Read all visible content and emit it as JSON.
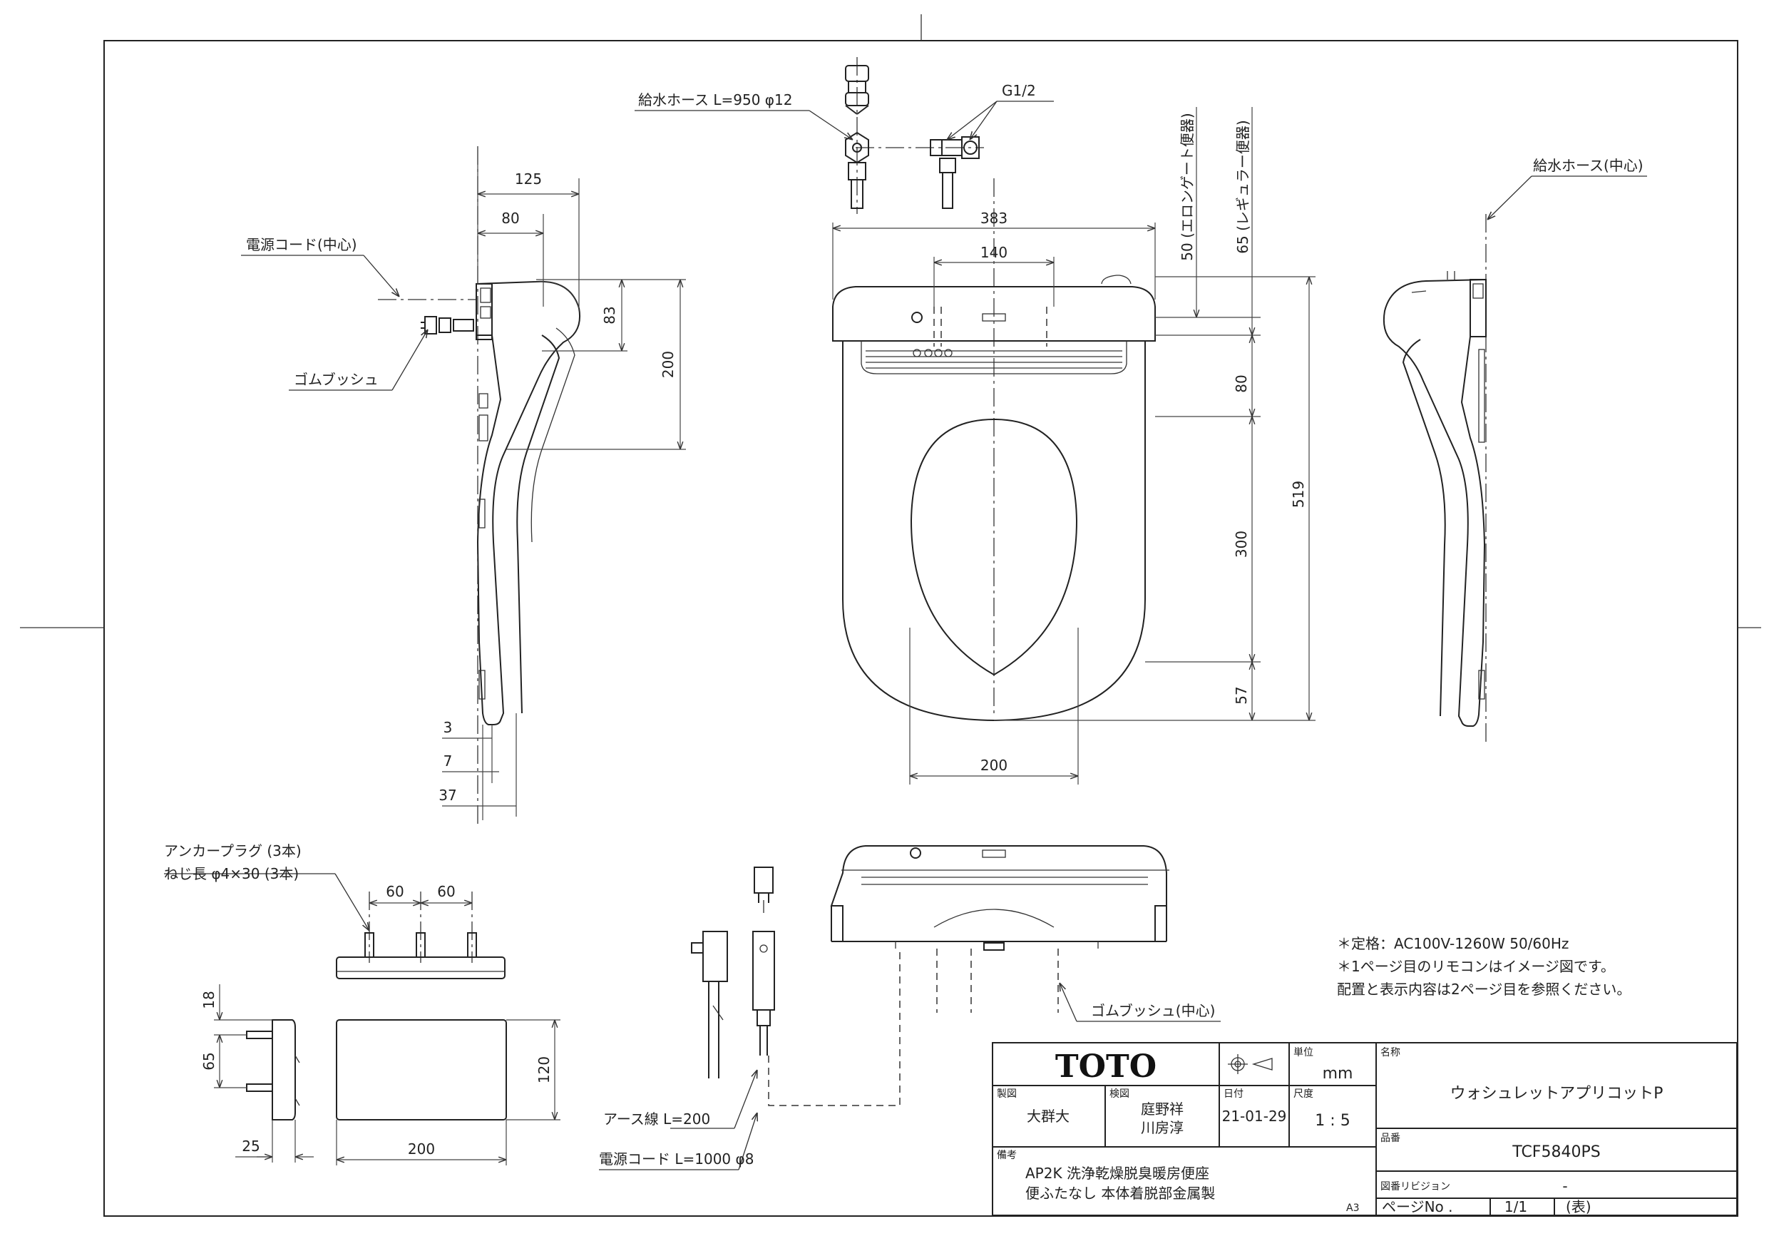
{
  "dims": {
    "d125": "125",
    "d80_top": "80",
    "d83": "83",
    "d200_side": "200",
    "d3": "3",
    "d7": "7",
    "d37": "37",
    "d383": "383",
    "d140": "140",
    "d200_bottom": "200",
    "d50": "50",
    "d65": "65",
    "d80_right": "80",
    "d300": "300",
    "d57": "57",
    "d519": "519",
    "d60a": "60",
    "d60b": "60",
    "d18": "18",
    "d65_bracket": "65",
    "d120": "120",
    "d25": "25",
    "d200_bracket": "200"
  },
  "labels": {
    "supply_hose": "給水ホース L=950  φ12",
    "g12": "G1/2",
    "elongated": "50 (エロンゲート便器)",
    "regular": "65 (レギュラー便器)",
    "supply_hose_center": "給水ホース(中心)",
    "power_cord_center": "電源コード(中心)",
    "rubber_bush": "ゴムブッシュ",
    "anchor_plug": "アンカープラグ (3本)",
    "screw_length": "ねじ長  φ4×30 (3本)",
    "rubber_bush_center": "ゴムブッシュ(中心)",
    "earth_wire": "アース線 L=200",
    "power_cord": "電源コード L=1000  φ8"
  },
  "notes": [
    "＊定格：AC100V-1260W 50/60Hz",
    "＊1ページ目のリモコンはイメージ図です。",
    "  配置と表示内容は2ページ目を参照ください。"
  ],
  "title_block": {
    "brand": "TOTO",
    "unit_label": "単位",
    "unit": "mm",
    "name_label": "名称",
    "name": "ウォシュレットアプリコットP",
    "drawn_label": "製図",
    "drawn_by": "大群大",
    "checked_label": "検図",
    "checked_by_1": "庭野祥",
    "checked_by_2": "川房淳",
    "date_label": "日付",
    "date": "21-01-29",
    "scale_label": "尺度",
    "scale": "1 : 5",
    "part_label": "品番",
    "part_no": "TCF5840PS",
    "remarks_label": "備考",
    "remarks_1": "AP2K  洗浄乾燥脱臭暖房便座",
    "remarks_2": "便ふたなし  本体着脱部金属製",
    "revision_label": "図番リビジョン",
    "revision": "-",
    "sheet_size": "A3",
    "page_label": "ページNo  .",
    "page": "1/1",
    "page_mark": "(表)"
  }
}
